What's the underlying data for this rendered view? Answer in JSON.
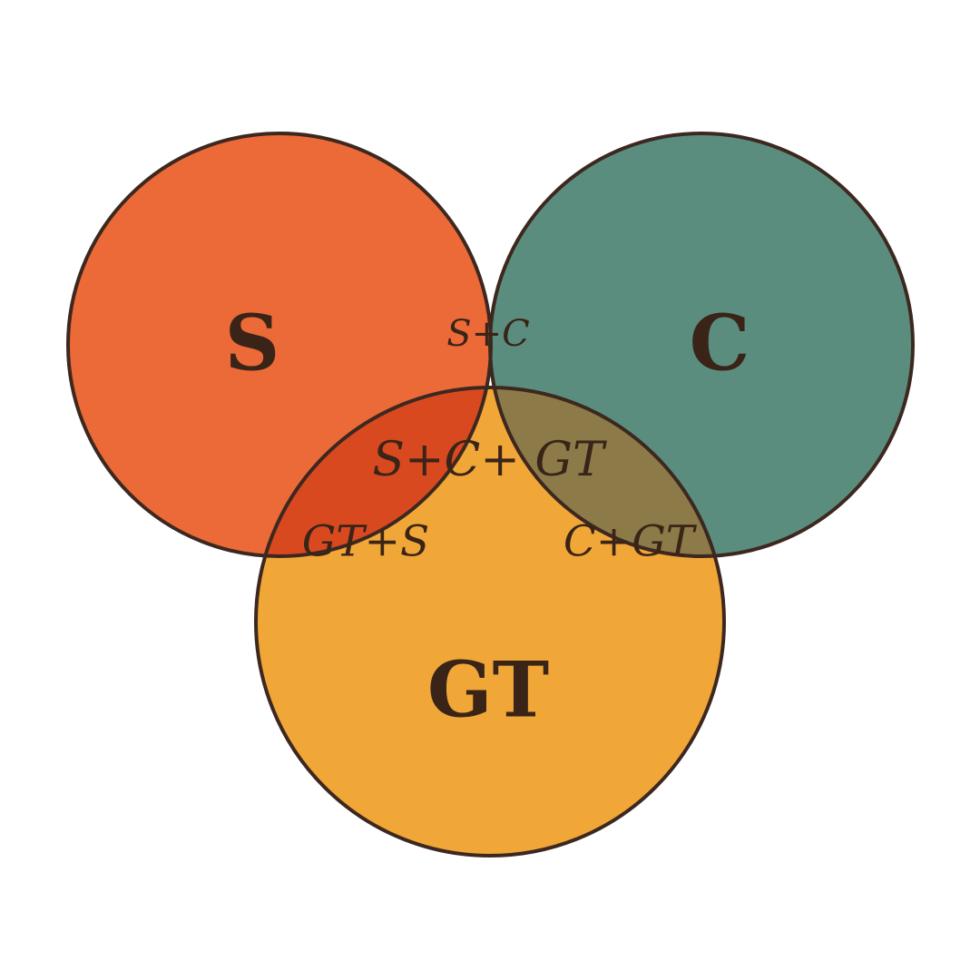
{
  "sets": [
    {
      "id": "s",
      "label": "S",
      "color": "#eb6a37"
    },
    {
      "id": "c",
      "label": "C",
      "color": "#5b8d7e"
    },
    {
      "id": "gt",
      "label": "GT",
      "color": "#f0a738"
    }
  ],
  "regions": {
    "s_c": "S+C",
    "s_c_gt": "S+C+ GT",
    "gt_s": "GT+S",
    "c_gt": "C+GT"
  },
  "colors": {
    "outline": "#3d2820",
    "s_c_overlap": "#3a7770",
    "gt_s_overlap": "#d9491f",
    "c_gt_overlap": "#8c7a48",
    "center_overlap": "#b34a22",
    "label_text": "#3a2418"
  }
}
